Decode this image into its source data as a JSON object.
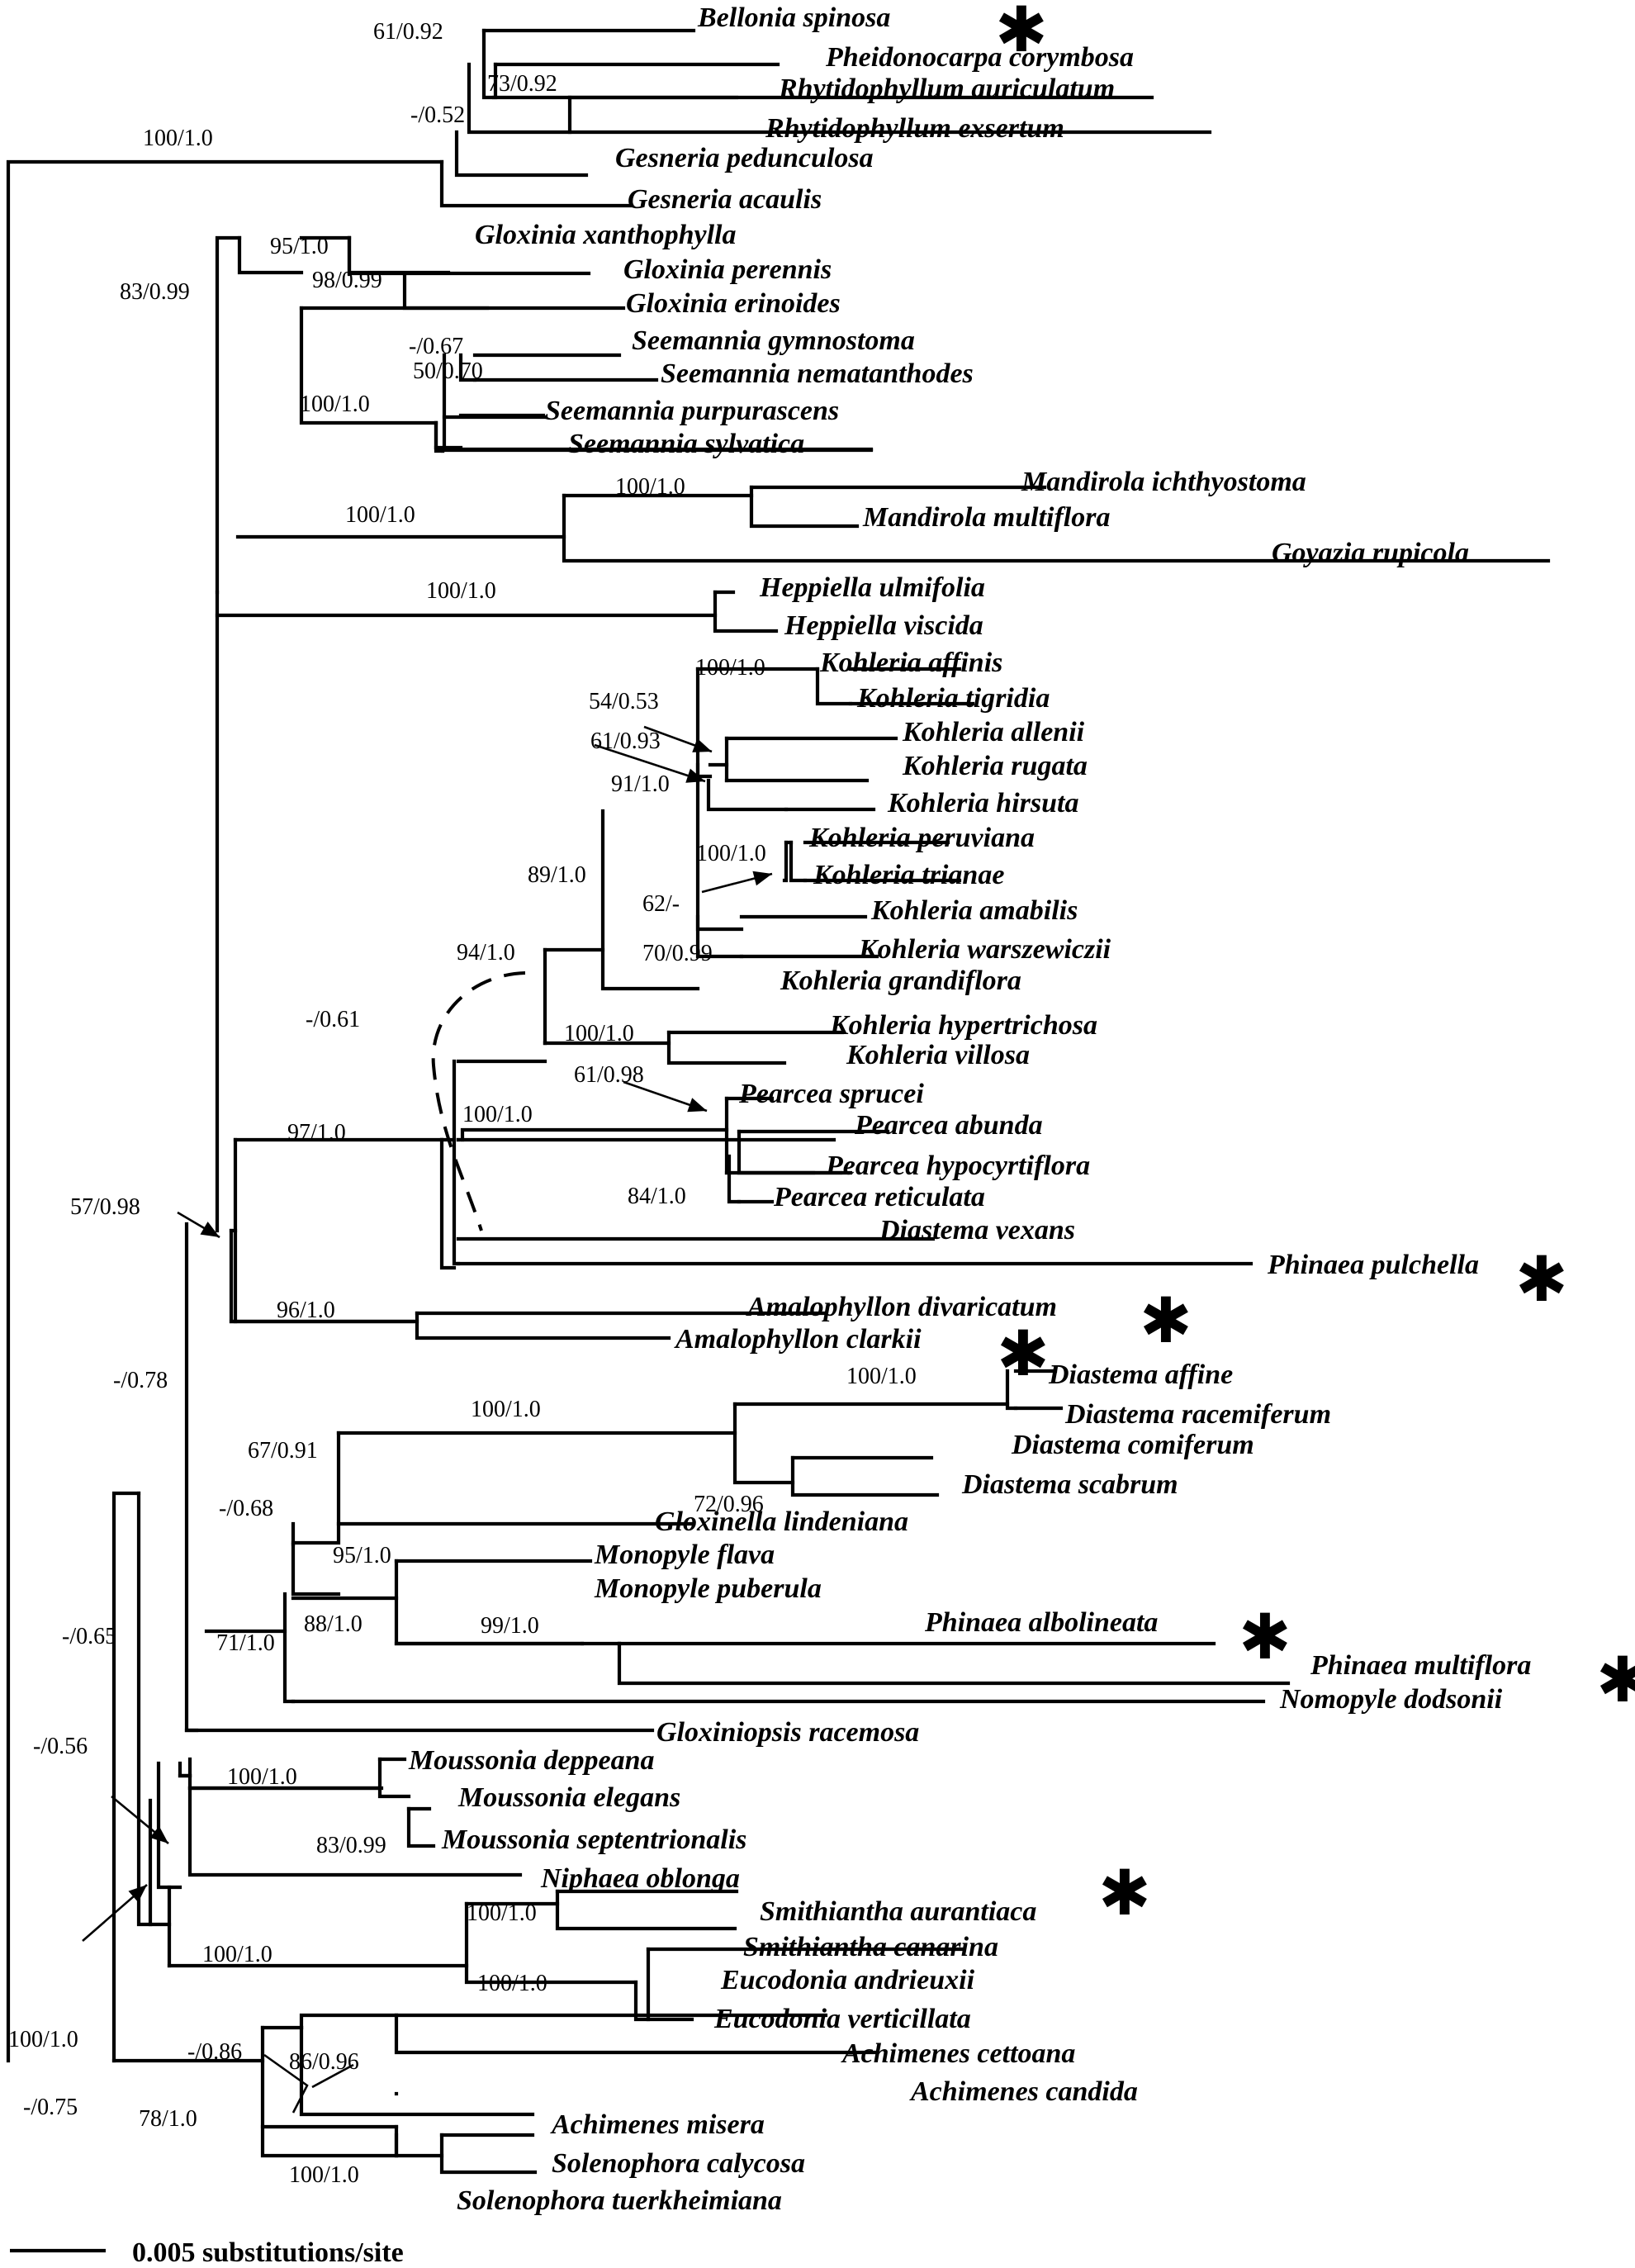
{
  "taxa": [
    {
      "id": "bel_spi",
      "name": "Bellonia spinosa",
      "asterisk": true
    },
    {
      "id": "phe_cor",
      "name": "Pheidonocarpa corymbosa"
    },
    {
      "id": "rhy_aur",
      "name": "Rhytidophyllum auriculatum"
    },
    {
      "id": "rhy_exs",
      "name": "Rhytidophyllum exsertum"
    },
    {
      "id": "ges_ped",
      "name": "Gesneria pedunculosa"
    },
    {
      "id": "ges_aca",
      "name": "Gesneria acaulis"
    },
    {
      "id": "glo_xan",
      "name": "Gloxinia xanthophylla"
    },
    {
      "id": "glo_per",
      "name": "Gloxinia perennis"
    },
    {
      "id": "glo_eri",
      "name": "Gloxinia erinoides"
    },
    {
      "id": "see_gym",
      "name": "Seemannia gymnostoma"
    },
    {
      "id": "see_nem",
      "name": "Seemannia nematanthodes"
    },
    {
      "id": "see_pur",
      "name": "Seemannia purpurascens"
    },
    {
      "id": "see_syl",
      "name": "Seemannia sylvatica"
    },
    {
      "id": "man_ich",
      "name": "Mandirola ichthyostoma"
    },
    {
      "id": "man_mul",
      "name": "Mandirola multiflora"
    },
    {
      "id": "goy_rup",
      "name": "Goyazia rupicola"
    },
    {
      "id": "hep_ulm",
      "name": "Heppiella ulmifolia"
    },
    {
      "id": "hep_vis",
      "name": "Heppiella viscida"
    },
    {
      "id": "koh_aff",
      "name": "Kohleria affinis"
    },
    {
      "id": "koh_tig",
      "name": "Kohleria tigridia"
    },
    {
      "id": "koh_all",
      "name": "Kohleria allenii"
    },
    {
      "id": "koh_rug",
      "name": "Kohleria rugata"
    },
    {
      "id": "koh_hir",
      "name": "Kohleria hirsuta"
    },
    {
      "id": "koh_per",
      "name": "Kohleria peruviana"
    },
    {
      "id": "koh_tri",
      "name": "Kohleria trianae"
    },
    {
      "id": "koh_ama",
      "name": "Kohleria amabilis"
    },
    {
      "id": "koh_war",
      "name": "Kohleria warszewiczii"
    },
    {
      "id": "koh_gra",
      "name": "Kohleria grandiflora"
    },
    {
      "id": "koh_hyp",
      "name": "Kohleria hypertrichosa"
    },
    {
      "id": "koh_vil",
      "name": "Kohleria villosa"
    },
    {
      "id": "pea_spr",
      "name": "Pearcea sprucei"
    },
    {
      "id": "pea_abu",
      "name": "Pearcea abunda"
    },
    {
      "id": "pea_hyp",
      "name": "Pearcea hypocyrtiflora"
    },
    {
      "id": "pea_ret",
      "name": "Pearcea reticulata"
    },
    {
      "id": "dia_vex",
      "name": "Diastema vexans"
    },
    {
      "id": "phi_pul",
      "name": "Phinaea pulchella",
      "asterisk": true
    },
    {
      "id": "ama_div",
      "name": "Amalophyllon divaricatum",
      "asterisk": true
    },
    {
      "id": "ama_cla",
      "name": "Amalophyllon clarkii",
      "asterisk": true
    },
    {
      "id": "dia_aff",
      "name": "Diastema affine"
    },
    {
      "id": "dia_rac",
      "name": "Diastema racemiferum"
    },
    {
      "id": "dia_com",
      "name": "Diastema comiferum"
    },
    {
      "id": "dia_sca",
      "name": "Diastema scabrum"
    },
    {
      "id": "glo_lin",
      "name": "Gloxinella lindeniana"
    },
    {
      "id": "mon_fla",
      "name": "Monopyle flava"
    },
    {
      "id": "mon_pub",
      "name": "Monopyle puberula"
    },
    {
      "id": "phi_alb",
      "name": "Phinaea albolineata",
      "asterisk": true
    },
    {
      "id": "phi_mul",
      "name": "Phinaea multiflora",
      "asterisk": true
    },
    {
      "id": "nom_dod",
      "name": "Nomopyle dodsonii"
    },
    {
      "id": "glo_rac",
      "name": "Gloxiniopsis racemosa"
    },
    {
      "id": "mou_dep",
      "name": "Moussonia deppeana"
    },
    {
      "id": "mou_ele",
      "name": "Moussonia elegans"
    },
    {
      "id": "mou_sep",
      "name": "Moussonia septentrionalis"
    },
    {
      "id": "nip_obl",
      "name": "Niphaea oblonga",
      "asterisk": true
    },
    {
      "id": "smi_aur",
      "name": "Smithiantha aurantiaca"
    },
    {
      "id": "smi_can",
      "name": "Smithiantha canarina"
    },
    {
      "id": "euc_and",
      "name": "Eucodonia andrieuxii"
    },
    {
      "id": "euc_ver",
      "name": "Eucodonia verticillata"
    },
    {
      "id": "ach_cet",
      "name": "Achimenes cettoana"
    },
    {
      "id": "ach_can",
      "name": "Achimenes candida"
    },
    {
      "id": "ach_mis",
      "name": "Achimenes misera"
    },
    {
      "id": "sol_cal",
      "name": "Solenophora calycosa"
    },
    {
      "id": "sol_tue",
      "name": "Solenophora tuerkheimiana"
    }
  ],
  "support": [
    {
      "id": "s_bel_phe",
      "text": "61/0.92"
    },
    {
      "id": "s_phe_rhy",
      "text": "73/0.92"
    },
    {
      "id": "s_rhy_clade",
      "text": "-/0.52"
    },
    {
      "id": "s_gesneria_group",
      "text": "100/1.0"
    },
    {
      "id": "s_gloxinia",
      "text": "95/1.0"
    },
    {
      "id": "s_glo_per_eri",
      "text": "98/0.99"
    },
    {
      "id": "s_glox_seem",
      "text": "83/0.99"
    },
    {
      "id": "s_see_gym_nem",
      "text": "-/0.67"
    },
    {
      "id": "s_see_pur",
      "text": "50/0.70"
    },
    {
      "id": "s_seemannia",
      "text": "100/1.0"
    },
    {
      "id": "s_mandirola",
      "text": "100/1.0"
    },
    {
      "id": "s_mand_goy",
      "text": "100/1.0"
    },
    {
      "id": "s_heppiella",
      "text": "100/1.0"
    },
    {
      "id": "s_koh_aff_tig",
      "text": "100/1.0"
    },
    {
      "id": "s_koh_54",
      "text": "54/0.53"
    },
    {
      "id": "s_koh_61",
      "text": "61/0.93"
    },
    {
      "id": "s_koh_91",
      "text": "91/1.0"
    },
    {
      "id": "s_koh_per_tri",
      "text": "100/1.0"
    },
    {
      "id": "s_koh_62",
      "text": "62/-"
    },
    {
      "id": "s_koh_89",
      "text": "89/1.0"
    },
    {
      "id": "s_koh_ama_war",
      "text": "70/0.99"
    },
    {
      "id": "s_koh_94",
      "text": "94/1.0"
    },
    {
      "id": "s_dashed",
      "text": "-/0.61"
    },
    {
      "id": "s_koh_hyp_vil",
      "text": "100/1.0"
    },
    {
      "id": "s_pea_61",
      "text": "61/0.98"
    },
    {
      "id": "s_pearcea",
      "text": "100/1.0"
    },
    {
      "id": "s_kp_97",
      "text": "97/1.0"
    },
    {
      "id": "s_pea_84",
      "text": "84/1.0"
    },
    {
      "id": "s_big_57",
      "text": "57/0.98"
    },
    {
      "id": "s_amalophyllon",
      "text": "96/1.0"
    },
    {
      "id": "s_dia_aff_rac",
      "text": "100/1.0"
    },
    {
      "id": "s_diastema",
      "text": "100/1.0"
    },
    {
      "id": "s_dia_gloxinella",
      "text": "67/0.91"
    },
    {
      "id": "s_dia_com_sca",
      "text": "72/0.96"
    },
    {
      "id": "s_068",
      "text": "-/0.68"
    },
    {
      "id": "s_monopyle",
      "text": "95/1.0"
    },
    {
      "id": "s_mono_phi",
      "text": "88/1.0"
    },
    {
      "id": "s_phi_alb_mul",
      "text": "99/1.0"
    },
    {
      "id": "s_071",
      "text": "71/1.0"
    },
    {
      "id": "s_078",
      "text": "-/0.78"
    },
    {
      "id": "s_065",
      "text": "-/0.65"
    },
    {
      "id": "s_moussonia",
      "text": "100/1.0"
    },
    {
      "id": "s_mou_83",
      "text": "83/0.99"
    },
    {
      "id": "s_056",
      "text": "-/0.56"
    },
    {
      "id": "s_smithiantha",
      "text": "100/1.0"
    },
    {
      "id": "s_smi_euc",
      "text": "100/1.0"
    },
    {
      "id": "s_eucodonia",
      "text": "100/1.0"
    },
    {
      "id": "s_root",
      "text": "100/1.0"
    },
    {
      "id": "s_075",
      "text": "-/0.75"
    },
    {
      "id": "s_ach_086",
      "text": "-/0.86"
    },
    {
      "id": "s_ach_cet_can",
      "text": "86/0.96"
    },
    {
      "id": "s_ach_sol",
      "text": "78/1.0"
    },
    {
      "id": "s_solenophora",
      "text": "100/1.0"
    }
  ],
  "scale_bar": {
    "label": "0.005 substitutions/site"
  }
}
